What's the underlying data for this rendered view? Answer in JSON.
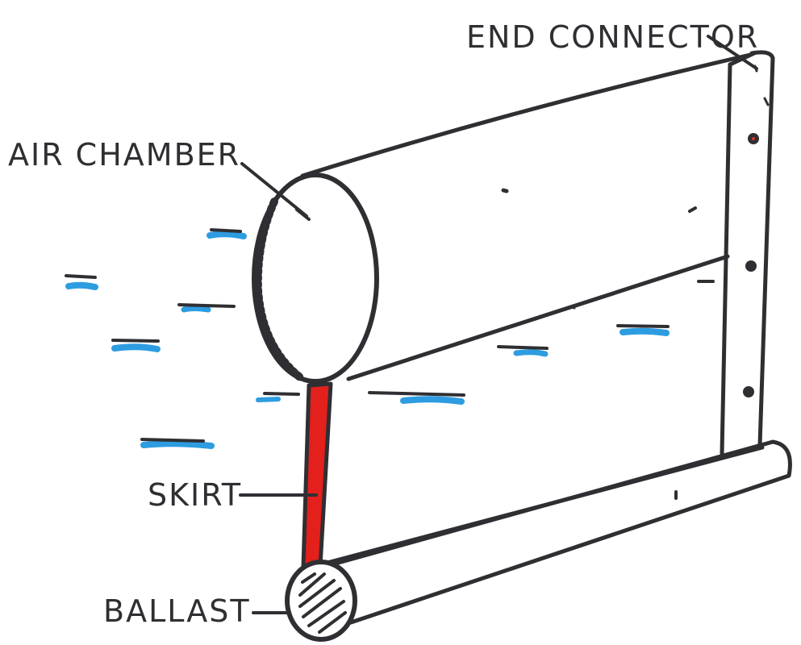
{
  "labels": {
    "end_connector": "END CONNECTOR",
    "air_chamber": "AIR CHAMBER",
    "skirt": "SKIRT",
    "ballast": "BALLAST"
  },
  "colors": {
    "ink": "#2f2f33",
    "water": "#2e9ce0",
    "skirt_fill": "#e3201b",
    "end_connector_dot": "#d93030",
    "background": "#ffffff"
  }
}
